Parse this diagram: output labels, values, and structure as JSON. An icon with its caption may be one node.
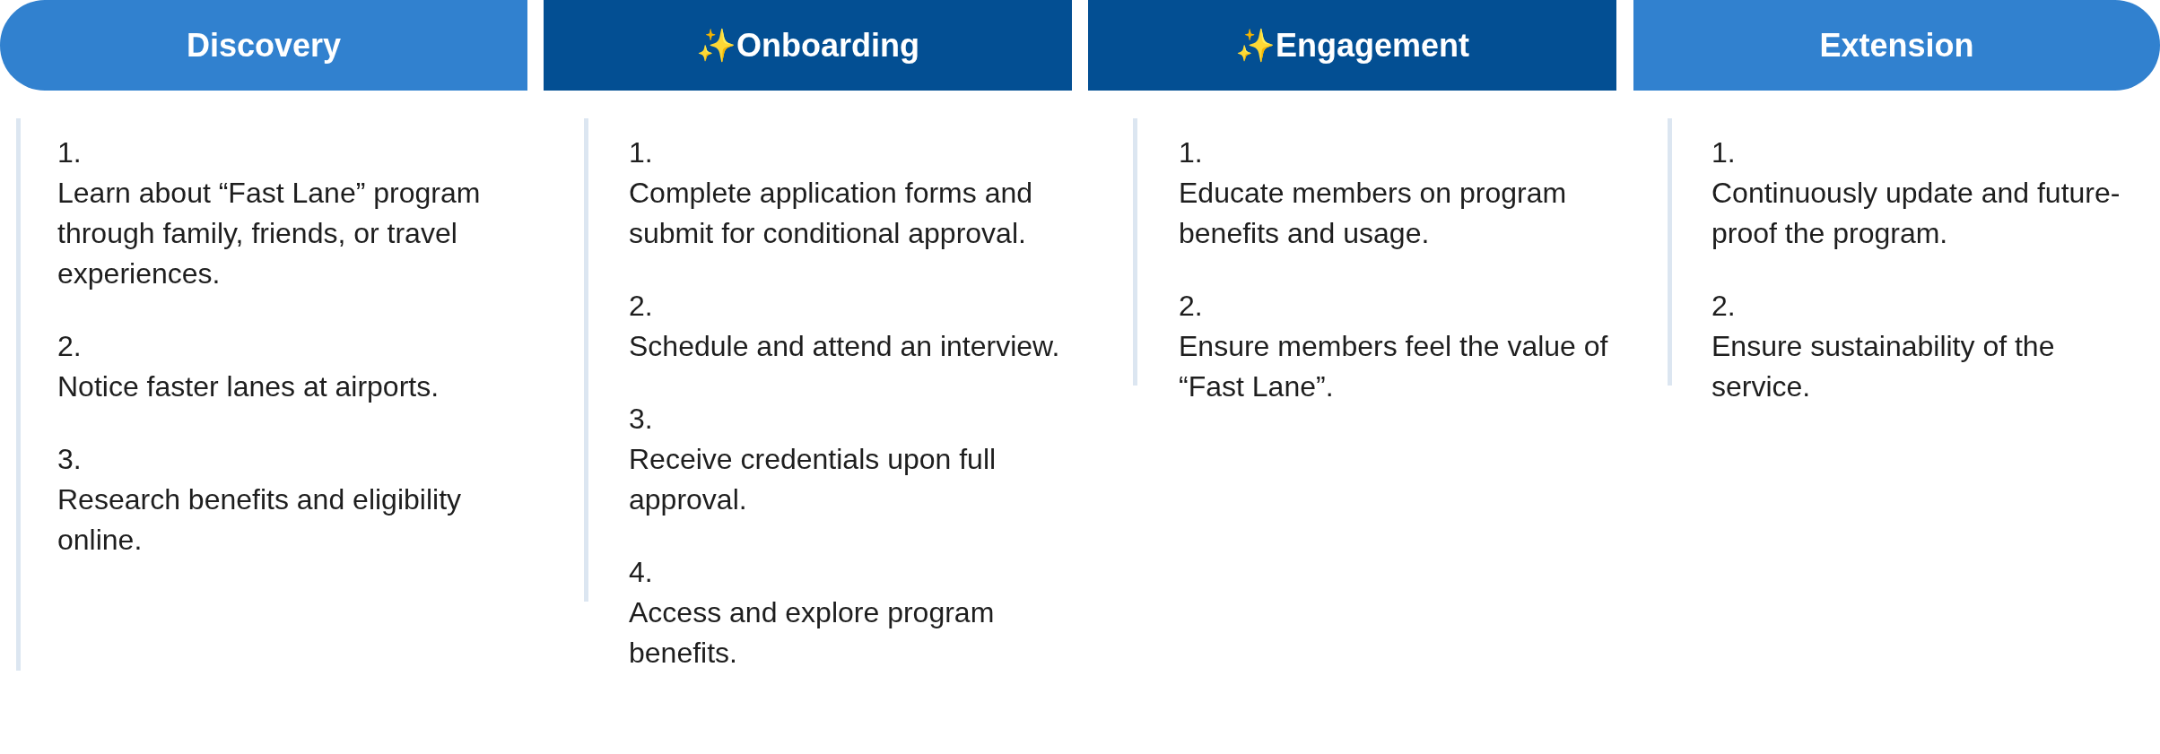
{
  "diagram": {
    "nodes": [
      {
        "text": [
          "Discovery"
        ]
      },
      {
        "text": [
          "✨Onboarding"
        ]
      },
      {
        "text": [
          "✨Engagement"
        ]
      },
      {
        "text": [
          "Extension"
        ]
      }
    ],
    "edges": [],
    "labels": [
      "1.",
      "Learn about “Fast Lane” program through family, friends, or travel experiences.",
      "2.",
      "Notice faster lanes at airports.",
      "3.",
      "Research benefits and eligibility online.",
      "1.",
      "Complete application forms and submit for conditional approval.",
      "2.",
      "Schedule and attend an interview.",
      "3.",
      "Receive credentials upon full approval.",
      "4.",
      "Access and explore program benefits.",
      "1.",
      "Educate members on program benefits and usage.",
      "2.",
      "Ensure members feel the value of “Fast Lane”.",
      "1.",
      "Continuously update and future-proof the program.",
      "2.",
      "Ensure sustainability of the service."
    ]
  }
}
